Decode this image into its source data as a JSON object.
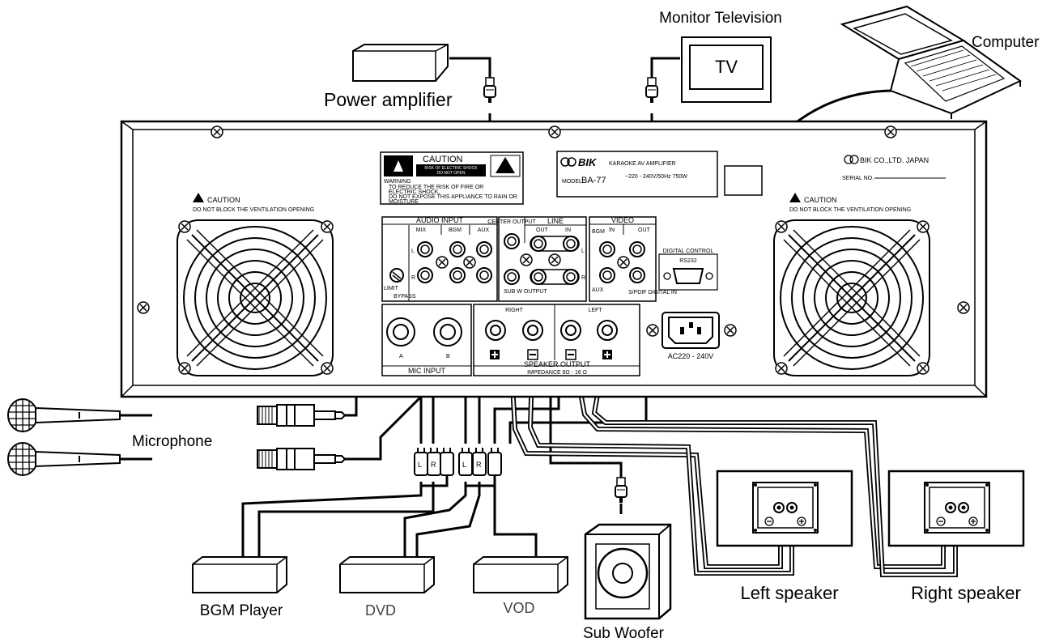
{
  "labels": {
    "monitor_tv": "Monitor Television",
    "tv": "TV",
    "computer": "Computer",
    "power_amp": "Power amplifier",
    "microphone": "Microphone",
    "bgm_player": "BGM Player",
    "dvd": "DVD",
    "vod": "VOD",
    "sub_woofer": "Sub Woofer",
    "left_speaker": "Left speaker",
    "right_speaker": "Right speaker"
  },
  "panel": {
    "caution_title": "CAUTION",
    "shock_line1": "RISK OF ELECTRIC SHOCK",
    "shock_line2": "DO NOT OPEN",
    "warning1": "WARNING",
    "warning2": "TO REDUCE THE RISK OF FIRE OR",
    "warning3": "ELECTRIC SHOCK,",
    "warning4": "DO NOT EXPOSE THIS APPLIANCE TO RAIN OR",
    "warning5": "MOISTURE",
    "brand": "BIK",
    "model_prefix": "MODEL",
    "model": "BA-77",
    "product": "KARAOKE AV AMPLIFIER",
    "rating": "~220 - 240V/50Hz  750W",
    "maker": "BIK CO.,LTD.  JAPAN",
    "serial": "SERIAL NO.",
    "vent_caution_title": "CAUTION",
    "vent_caution_text": "DO NOT BLOCK THE VENTILATION OPENING",
    "audio_input": "AUDIO INPUT",
    "mix": "MIX",
    "bgm": "BGM",
    "aux": "AUX",
    "limit": "LIMIT",
    "bypass": "BYPASS",
    "center_output": "CENTER OUTPUT",
    "line": "LINE",
    "out": "OUT",
    "in": "IN",
    "sub_w_output": "SUB W OUTPUT",
    "video": "VIDEO",
    "video_bgm": "BGM",
    "video_in": "IN",
    "video_out": "OUT",
    "video_aux": "AUX",
    "spdif": "S/PDIF DIGITAL IN",
    "digital_control": "DIGITAL CONTROL",
    "rs232": "RS232",
    "right": "RIGHT",
    "left": "LEFT",
    "speaker_output": "SPEAKER OUTPUT",
    "impedance": "IMPEDANCE 8Ω - 16 Ω",
    "mic_input": "MIC INPUT",
    "mic_a": "A",
    "mic_b": "B",
    "ac": "AC220 - 240V",
    "L": "L",
    "R": "R"
  }
}
